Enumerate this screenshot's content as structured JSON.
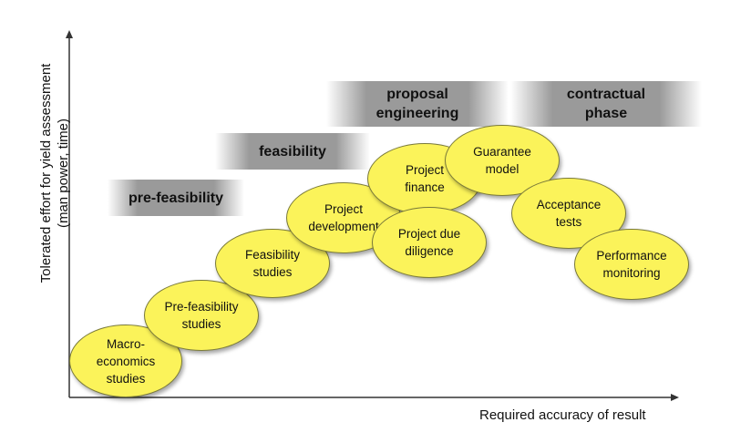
{
  "axes": {
    "y_label": "Tolerated effort for yield assessment\n(man power, time)",
    "x_label": "Required accuracy of result"
  },
  "phases": [
    {
      "id": "pre-feasibility",
      "label": "pre-feasibility"
    },
    {
      "id": "feasibility",
      "label": "feasibility"
    },
    {
      "id": "proposal-engineering",
      "label": "proposal\nengineering"
    },
    {
      "id": "contractual-phase",
      "label": "contractual\nphase"
    }
  ],
  "bubbles": [
    {
      "id": "macro-economics-studies",
      "label": "Macro-\neconomics\nstudies"
    },
    {
      "id": "pre-feasibility-studies",
      "label": "Pre-feasibility\nstudies"
    },
    {
      "id": "feasibility-studies",
      "label": "Feasibility\nstudies"
    },
    {
      "id": "project-development",
      "label": "Project\ndevelopment"
    },
    {
      "id": "project-finance",
      "label": "Project\nfinance"
    },
    {
      "id": "project-due-diligence",
      "label": "Project due\ndiligence"
    },
    {
      "id": "guarantee-model",
      "label": "Guarantee\nmodel"
    },
    {
      "id": "acceptance-tests",
      "label": "Acceptance\ntests"
    },
    {
      "id": "performance-monitoring",
      "label": "Performance\nmonitoring"
    }
  ],
  "colors": {
    "bubble_fill": "#fbf35a",
    "phase_band": "#9a9a9a",
    "axis": "#333333"
  }
}
